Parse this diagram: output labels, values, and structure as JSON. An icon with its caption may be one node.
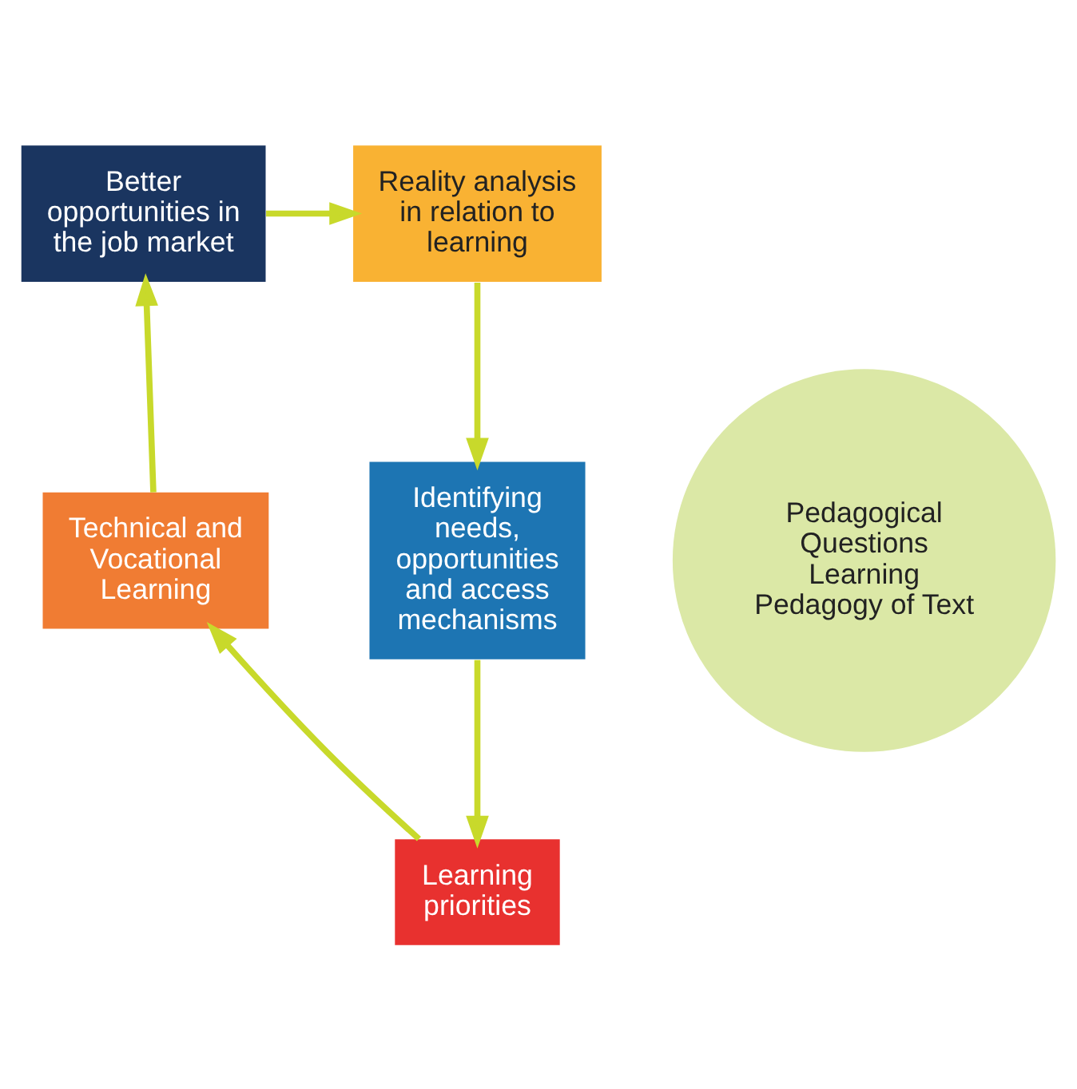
{
  "diagram": {
    "nodes": [
      {
        "text": [
          "Better opportunities in the job market"
        ]
      },
      {
        "text": [
          "Reality analysis in relation to learning"
        ]
      },
      {
        "text": [
          "Identifying needs, opportunities and access mechanisms"
        ]
      },
      {
        "text": [
          "Learning priorities"
        ]
      },
      {
        "text": [
          "Technical and Vocational Learning"
        ]
      },
      {
        "text": [
          "Pedagogical Questions",
          "Learning",
          "Pedagogy of Text"
        ]
      }
    ],
    "edges": [
      {
        "from": 0,
        "to": 1,
        "arrow": "to"
      },
      {
        "from": 1,
        "to": 2,
        "arrow": "to"
      },
      {
        "from": 2,
        "to": 3,
        "arrow": "to"
      },
      {
        "from": 3,
        "to": 4,
        "arrow": "to"
      },
      {
        "from": 4,
        "to": 0,
        "arrow": "to"
      }
    ]
  }
}
